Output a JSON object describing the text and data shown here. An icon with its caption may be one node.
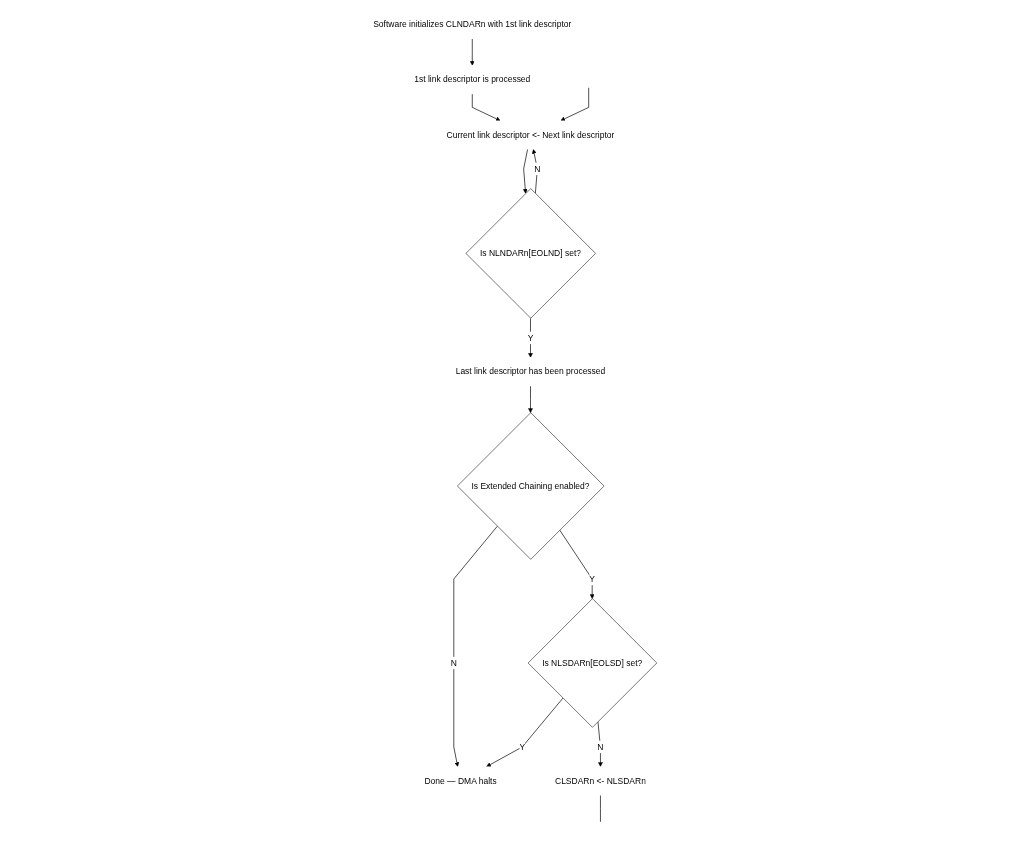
{
  "diagram": {
    "nodes": [
      {
        "text": [
          "Software initializes CLNDARn with 1st link descriptor"
        ]
      },
      {
        "text": [
          "1st link descriptor is processed"
        ]
      },
      {
        "text": [
          "Current link descriptor <- Next link descriptor"
        ]
      },
      {
        "text": [
          "Is NLNDARn[EOLND] set?"
        ]
      },
      {
        "text": [
          "Last link descriptor has been processed"
        ]
      },
      {
        "text": [
          "Is Extended Chaining enabled?"
        ]
      },
      {
        "text": [
          "Is NLSDARn[EOLSD] set?"
        ]
      },
      {
        "text": [
          "Done — DMA halts"
        ]
      },
      {
        "text": [
          "CLSDARn <- NLSDARn"
        ]
      }
    ],
    "edges": [
      {
        "from": 0,
        "to": 1,
        "arrow": "to"
      },
      {
        "from": 1,
        "to": 2,
        "arrow": "to"
      },
      {
        "from": 2,
        "to": 3,
        "arrow": "to"
      },
      {
        "from": 3,
        "to": 4,
        "arrow": "to",
        "label": "Y"
      },
      {
        "from": 3,
        "to": 2,
        "arrow": "to",
        "label": "N"
      },
      {
        "from": null,
        "to": 2,
        "arrow": "to"
      },
      {
        "from": 4,
        "to": 5,
        "arrow": "to"
      },
      {
        "from": 5,
        "to": 6,
        "arrow": "to",
        "label": "Y"
      },
      {
        "from": 5,
        "to": 7,
        "arrow": "to",
        "label": "N"
      },
      {
        "from": 6,
        "to": 7,
        "arrow": "to",
        "label": "Y"
      },
      {
        "from": 6,
        "to": 8,
        "arrow": "to",
        "label": "N"
      },
      {
        "from": 8,
        "to": null,
        "arrow": "none"
      }
    ]
  }
}
